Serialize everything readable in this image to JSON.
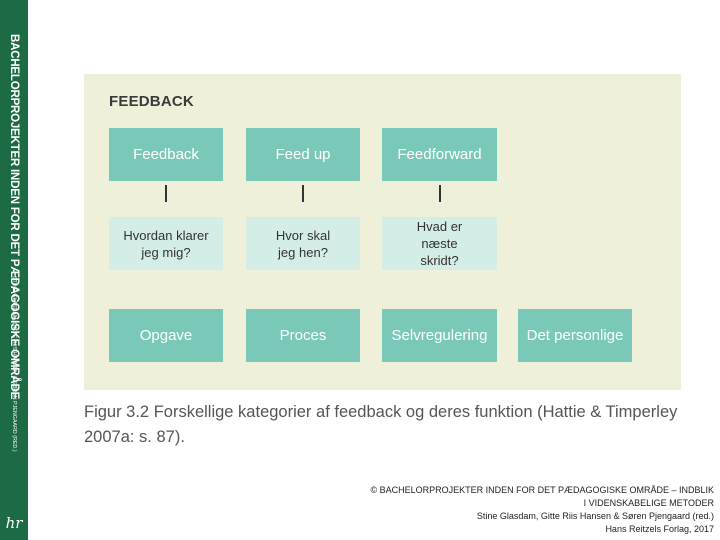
{
  "sidebar": {
    "title": "BACHELORPROJEKTER INDEN FOR DET PÆDAGOGISKE OMRÅDE",
    "subtitle": "STINE GLASDAM, GITTE RIIS HANSEN & SØREN PJENGAARD (RED.)",
    "logo": "hr"
  },
  "figure": {
    "title": "FEEDBACK",
    "top_row": [
      "Feedback",
      "Feed up",
      "Feedforward"
    ],
    "question_row": [
      "Hvordan klarer jeg mig?",
      "Hvor skal jeg hen?",
      "Hvad er næste skridt?"
    ],
    "bottom_row": [
      "Opgave",
      "Proces",
      "Selvregulering",
      "Det personlige"
    ],
    "colors": {
      "panel": "#eef0d9",
      "dark_box": "#7ac9b8",
      "light_box": "#d4ede6",
      "sidebar": "#1d6b45"
    }
  },
  "caption": {
    "line1": "Figur 3.2 Forskellige kategorier af feedback og deres funktion (Hattie & Timperley",
    "line2": "2007a: s. 87)."
  },
  "copyright": {
    "line1": "© BACHELORPROJEKTER INDEN FOR DET PÆDAGOGISKE OMRÅDE – INDBLIK",
    "line2": "I VIDENSKABELIGE METODER",
    "line3": "Stine Glasdam, Gitte Riis Hansen & Søren Pjengaard (red.)",
    "line4": "Hans Reitzels Forlag, 2017"
  }
}
